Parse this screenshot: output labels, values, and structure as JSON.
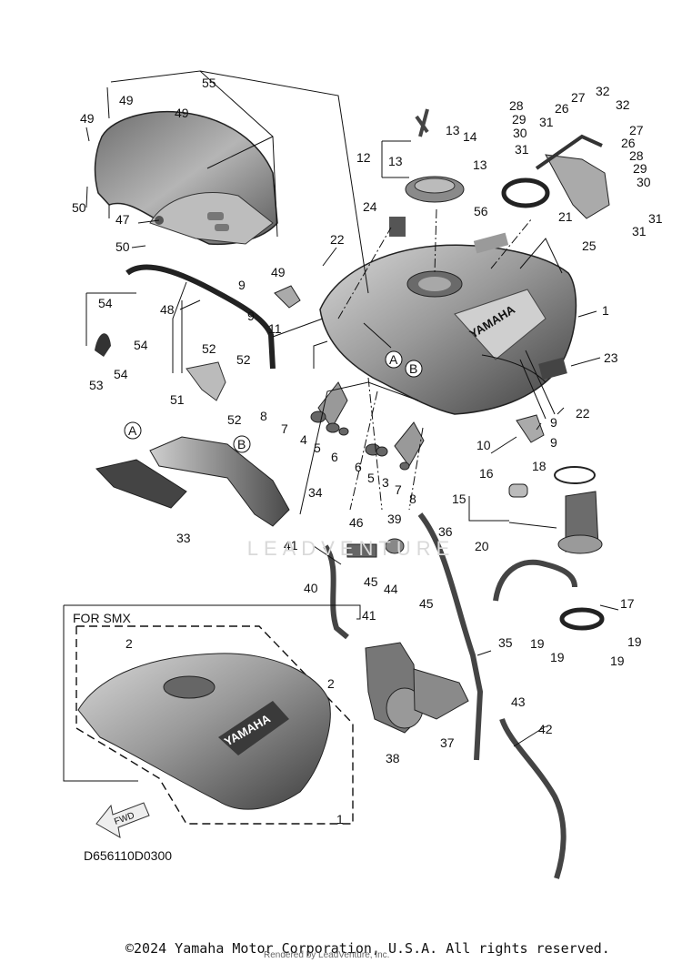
{
  "variant_box": {
    "title": "FOR SMX"
  },
  "diagram_code": "D656110D0300",
  "fwd_arrow": "FWD",
  "tank_logo": "YAMAHA",
  "callouts_ab": {
    "a": "A",
    "b": "B"
  },
  "watermark": "LEADVENTURE",
  "rendered_by": "Rendered by LeadVenture, Inc.",
  "copyright": "©2024 Yamaha Motor Corporation, U.S.A. All rights reserved.",
  "part_labels": {
    "p1": "1",
    "p1b": "1",
    "p2a": "2",
    "p2b": "2",
    "p3": "3",
    "p4": "4",
    "p5a": "5",
    "p5b": "5",
    "p6a": "6",
    "p6b": "6",
    "p7a": "7",
    "p7b": "7",
    "p8a": "8",
    "p8b": "8",
    "p9a": "9",
    "p9b": "9",
    "p9c": "9",
    "p9d": "9",
    "p10": "10",
    "p11": "11",
    "p12": "12",
    "p13a": "13",
    "p13b": "13",
    "p13c": "13",
    "p14": "14",
    "p15": "15",
    "p16": "16",
    "p17": "17",
    "p18": "18",
    "p19a": "19",
    "p19b": "19",
    "p19c": "19",
    "p19d": "19",
    "p20": "20",
    "p21": "21",
    "p22a": "22",
    "p22b": "22",
    "p23": "23",
    "p24": "24",
    "p25": "25",
    "p26a": "26",
    "p26b": "26",
    "p27a": "27",
    "p27b": "27",
    "p28a": "28",
    "p28b": "28",
    "p29a": "29",
    "p29b": "29",
    "p30a": "30",
    "p30b": "30",
    "p31a": "31",
    "p31b": "31",
    "p31c": "31",
    "p31d": "31",
    "p32a": "32",
    "p32b": "32",
    "p33": "33",
    "p34": "34",
    "p35": "35",
    "p36": "36",
    "p37": "37",
    "p38": "38",
    "p39": "39",
    "p40": "40",
    "p41a": "41",
    "p41b": "41",
    "p42": "42",
    "p43": "43",
    "p44": "44",
    "p45a": "45",
    "p45b": "45",
    "p46": "46",
    "p47": "47",
    "p48": "48",
    "p49a": "49",
    "p49b": "49",
    "p49c": "49",
    "p49d": "49",
    "p50a": "50",
    "p50b": "50",
    "p51": "51",
    "p52a": "52",
    "p52b": "52",
    "p52c": "52",
    "p53": "53",
    "p54a": "54",
    "p54b": "54",
    "p54c": "54",
    "p55": "55",
    "p56": "56"
  },
  "colors": {
    "ink": "#111111",
    "tank_dark": "#3a3a3a",
    "tank_mid": "#8a8a8a",
    "tank_light": "#cfcfcf"
  }
}
